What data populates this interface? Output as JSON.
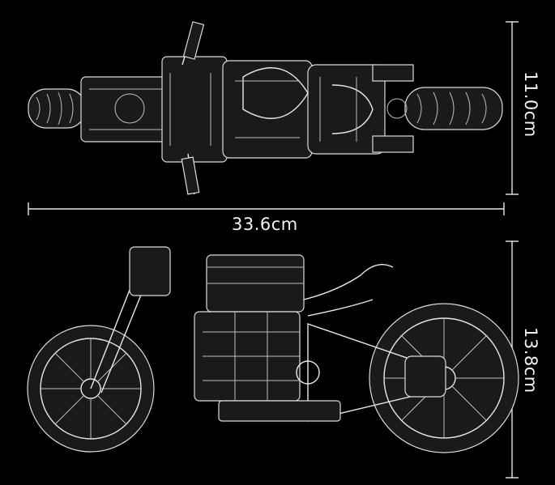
{
  "title": "Motorcycle model dimensions",
  "dimensions": {
    "width_label": "11.0cm",
    "length_label": "33.6cm",
    "height_label": "13.8cm"
  },
  "colors": {
    "background": "#000000",
    "line": "#e8e8e8"
  }
}
